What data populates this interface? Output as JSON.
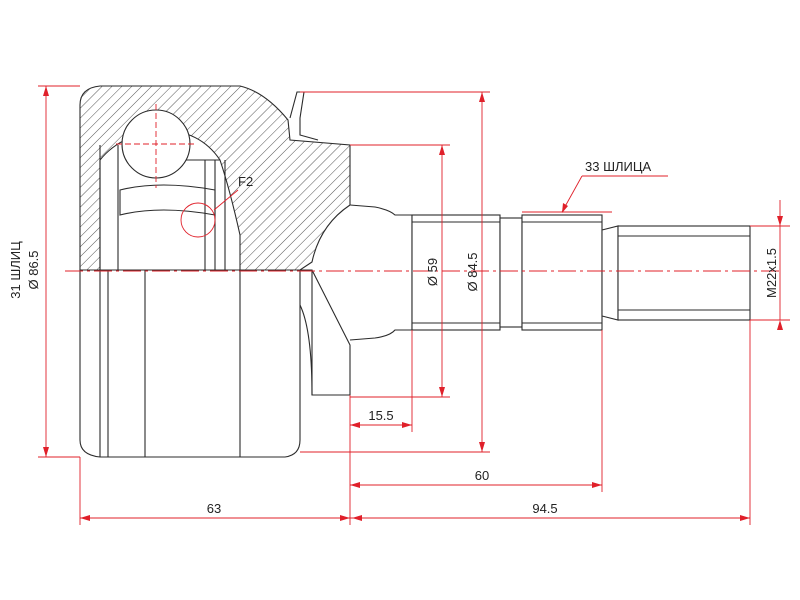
{
  "drawing": {
    "colors": {
      "dimension": "#e0202a",
      "outline": "#2b2b2b"
    },
    "labels": {
      "left_splines": "31 ШЛИЦ",
      "outer_diameter": "Ø 86.5",
      "detail": "F2",
      "right_splines": "33 ШЛИЦА",
      "diameter_59": "Ø 59",
      "diameter_84_5": "Ø 84.5",
      "thread": "M22x1.5",
      "dim_15_5": "15.5",
      "dim_60": "60",
      "dim_63": "63",
      "dim_94_5": "94.5"
    }
  }
}
